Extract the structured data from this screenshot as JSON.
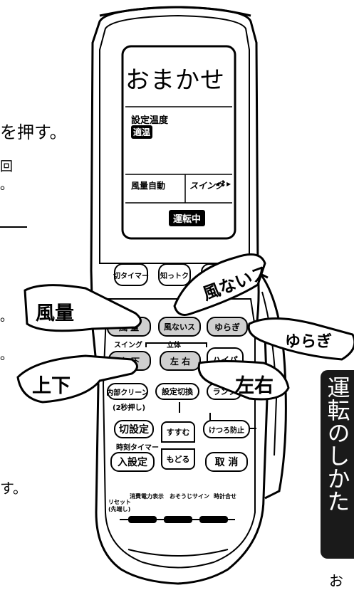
{
  "left_text": {
    "line1": "を押す。",
    "line2": "回",
    "line3": "。",
    "line4": "。",
    "line5": "。",
    "line6": "す。"
  },
  "lcd": {
    "mode": "おまかせ",
    "set_temp_label": "設定温度",
    "set_temp_value": "適温",
    "fan_label": "風量自動",
    "swing_label": "スイング",
    "swing_arrows": "◂↕▸",
    "status": "運転中"
  },
  "buttons": {
    "off_timer": "切タイマー",
    "chitekku": "知っトク",
    "hidden_top": "",
    "fan": "風 量",
    "no_wind": "風ないス",
    "yuragi": "ゆらぎ",
    "swing_caption": "スイング",
    "rittai_caption": "立体",
    "updown": "上 下",
    "leftright": "左 右",
    "high": "ハイパ",
    "inner_clean": "内部クリーン",
    "inner_clean_sub": "(2秒押し)",
    "setting_switch": "設定切換",
    "lamp": "ランプ",
    "timer_off_set": "切設定",
    "timer_caption": "時刻タイマー",
    "timer_on_set": "入設定",
    "susumu": "すすむ",
    "modoru": "もどる",
    "tsuyu": "けつろ防止",
    "cancel": "取 消",
    "reset": "リセット",
    "reset_sub": "(先端し)",
    "bottom1": "消費電力表示",
    "bottom2": "おそうじサイン",
    "bottom3": "時計合せ"
  },
  "hands": {
    "fan": "風量",
    "no_wind": "風ないス",
    "yuragi": "ゆらぎ",
    "updown": "上下",
    "leftright": "左右"
  },
  "side_tab": "運転のしかた",
  "bottom_corner": "お"
}
